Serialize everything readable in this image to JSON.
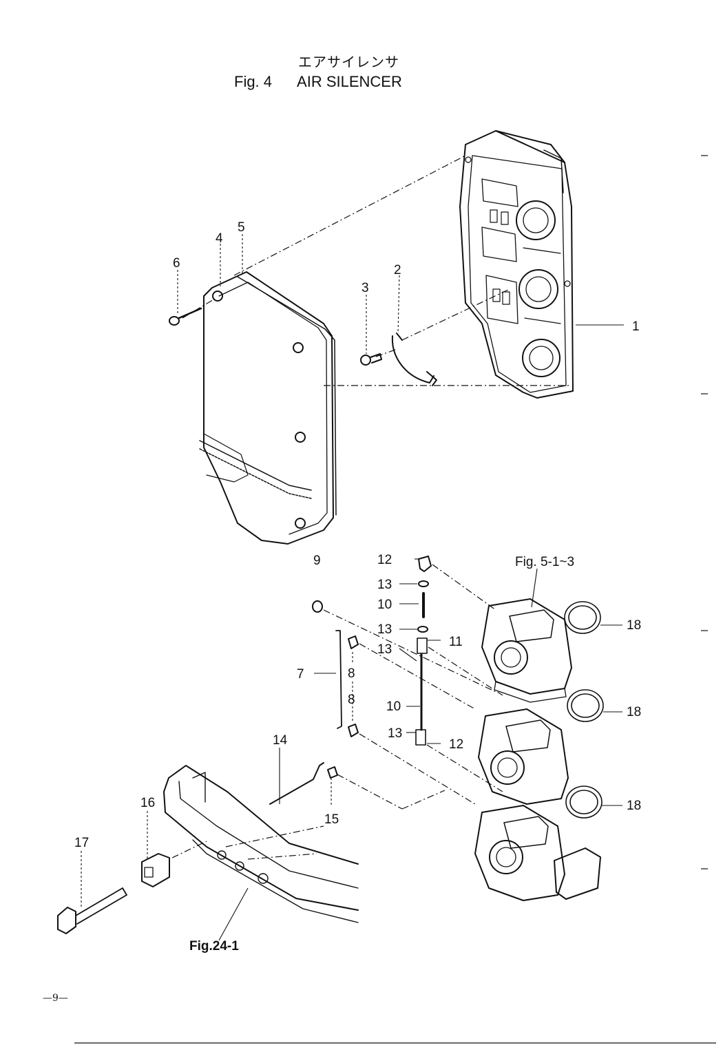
{
  "header": {
    "title_jp": "エアサイレンサ",
    "fig_no": "Fig. 4",
    "title_en": "AIR SILENCER"
  },
  "callouts": [
    "1",
    "2",
    "3",
    "4",
    "5",
    "6",
    "7",
    "8",
    "8",
    "9",
    "10",
    "10",
    "11",
    "12",
    "12",
    "13",
    "13",
    "13",
    "13",
    "14",
    "15",
    "16",
    "17",
    "18",
    "18",
    "18"
  ],
  "references": {
    "carburetor_ref": "Fig. 5-1~3",
    "bracket_ref": "Fig.24-1"
  },
  "footer": {
    "page_number": "—9—"
  }
}
